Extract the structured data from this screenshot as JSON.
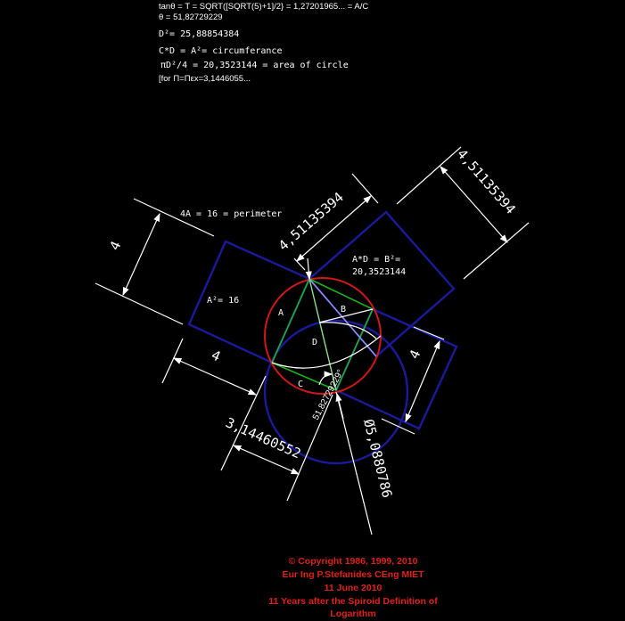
{
  "notes": {
    "tan_line": "tanθ = T = SQRT([SQRT(5)+1]/2} = 1,27201965... = A/C",
    "theta_line": "θ = 51,82729229",
    "d_squared": "D²= 25,88854384",
    "circumference": "C*D = A²= circumferance",
    "area": "πD²/4 = 20,3523144 = area of circle",
    "pi_value": "[for Π=Πεx=3,1446055..."
  },
  "figure": {
    "perimeter_label": "4A = 16 = perimeter",
    "square_area_label": "A²= 16",
    "rect_label_1": "A*D = B²=",
    "rect_label_2": "20,3523144",
    "label_a": "A",
    "label_b": "B",
    "label_c": "C",
    "label_d": "D",
    "dim_left_4": "4",
    "dim_top": "4,51135394",
    "dim_right_top": "4,51135394",
    "dim_bottom_left_4": "4",
    "dim_right_4": "4",
    "dim_pi": "3,14460552",
    "dim_diameter": "Ø5,0880786",
    "angle": "51,82729229°",
    "colors": {
      "square": "#1a1a9a",
      "circle_small": "#d01818",
      "triangle": "#20b020",
      "diagonal": "#8fe08f",
      "background": "#000000"
    }
  },
  "footer": {
    "copyright": "©  Copyright  1986, 1999, 2010",
    "author": "Eur Ing P.Stefanides  CEng  MIET",
    "date": "11 June 2010",
    "note_1": "11 Years after the Spiroid Definition of",
    "note_2": "Logarithm"
  }
}
